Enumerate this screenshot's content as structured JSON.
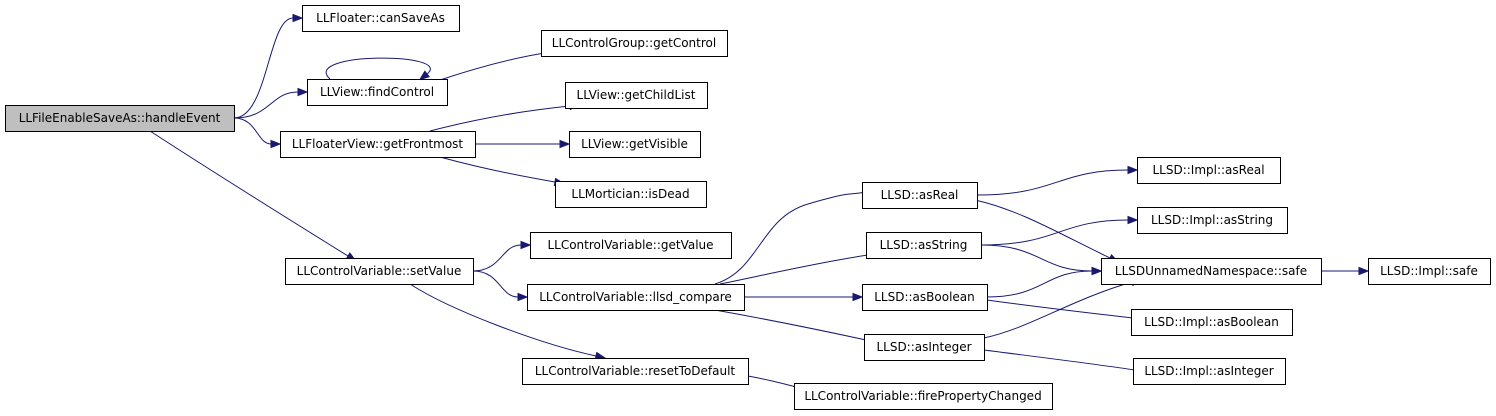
{
  "colors": {
    "edge": "#191970",
    "root_fill": "#bfbfbf",
    "node_fill": "#ffffff",
    "node_border": "#000000"
  },
  "nodes": [
    {
      "id": "n0",
      "label": "LLFileEnableSaveAs::handleEvent",
      "root": true
    },
    {
      "id": "n1",
      "label": "LLFloater::canSaveAs"
    },
    {
      "id": "n2",
      "label": "LLView::findControl"
    },
    {
      "id": "n3",
      "label": "LLControlGroup::getControl"
    },
    {
      "id": "n4",
      "label": "LLFloaterView::getFrontmost"
    },
    {
      "id": "n5",
      "label": "LLView::getChildList"
    },
    {
      "id": "n6",
      "label": "LLView::getVisible"
    },
    {
      "id": "n7",
      "label": "LLMortician::isDead"
    },
    {
      "id": "n8",
      "label": "LLControlVariable::setValue"
    },
    {
      "id": "n9",
      "label": "LLControlVariable::getValue"
    },
    {
      "id": "n10",
      "label": "LLControlVariable::llsd_compare"
    },
    {
      "id": "n11",
      "label": "LLControlVariable::resetToDefault"
    },
    {
      "id": "n12",
      "label": "LLControlVariable::firePropertyChanged"
    },
    {
      "id": "n13",
      "label": "LLSD::asReal"
    },
    {
      "id": "n14",
      "label": "LLSD::asString"
    },
    {
      "id": "n15",
      "label": "LLSD::asBoolean"
    },
    {
      "id": "n16",
      "label": "LLSD::asInteger"
    },
    {
      "id": "n17",
      "label": "LLSD::Impl::asReal"
    },
    {
      "id": "n18",
      "label": "LLSD::Impl::asString"
    },
    {
      "id": "n19",
      "label": "LLSDUnnamedNamespace::safe"
    },
    {
      "id": "n20",
      "label": "LLSD::Impl::asBoolean"
    },
    {
      "id": "n21",
      "label": "LLSD::Impl::asInteger"
    },
    {
      "id": "n22",
      "label": "LLSD::Impl::safe"
    }
  ],
  "edges": [
    {
      "from": "n0",
      "to": "n1"
    },
    {
      "from": "n0",
      "to": "n2"
    },
    {
      "from": "n0",
      "to": "n4"
    },
    {
      "from": "n0",
      "to": "n8"
    },
    {
      "from": "n2",
      "to": "n2"
    },
    {
      "from": "n2",
      "to": "n3"
    },
    {
      "from": "n4",
      "to": "n5"
    },
    {
      "from": "n4",
      "to": "n6"
    },
    {
      "from": "n4",
      "to": "n7"
    },
    {
      "from": "n8",
      "to": "n9"
    },
    {
      "from": "n8",
      "to": "n10"
    },
    {
      "from": "n8",
      "to": "n11"
    },
    {
      "from": "n11",
      "to": "n12"
    },
    {
      "from": "n10",
      "to": "n13"
    },
    {
      "from": "n10",
      "to": "n14"
    },
    {
      "from": "n10",
      "to": "n15"
    },
    {
      "from": "n10",
      "to": "n16"
    },
    {
      "from": "n13",
      "to": "n17"
    },
    {
      "from": "n13",
      "to": "n19"
    },
    {
      "from": "n14",
      "to": "n18"
    },
    {
      "from": "n14",
      "to": "n19"
    },
    {
      "from": "n15",
      "to": "n19"
    },
    {
      "from": "n15",
      "to": "n20"
    },
    {
      "from": "n16",
      "to": "n19"
    },
    {
      "from": "n16",
      "to": "n21"
    },
    {
      "from": "n19",
      "to": "n22"
    }
  ]
}
